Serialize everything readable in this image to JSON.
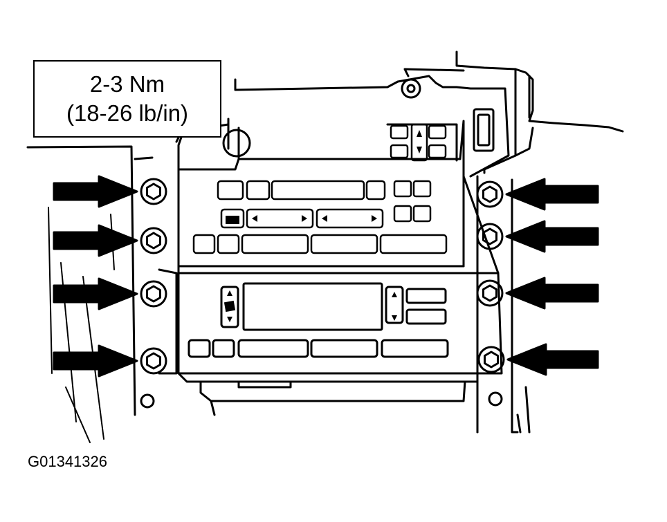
{
  "callout": {
    "line1": "2-3 Nm",
    "line2": "(18-26 lb/in)"
  },
  "figure_id": "G01341326",
  "colors": {
    "ink": "#000000",
    "paper": "#ffffff"
  },
  "fastener_count": 8
}
